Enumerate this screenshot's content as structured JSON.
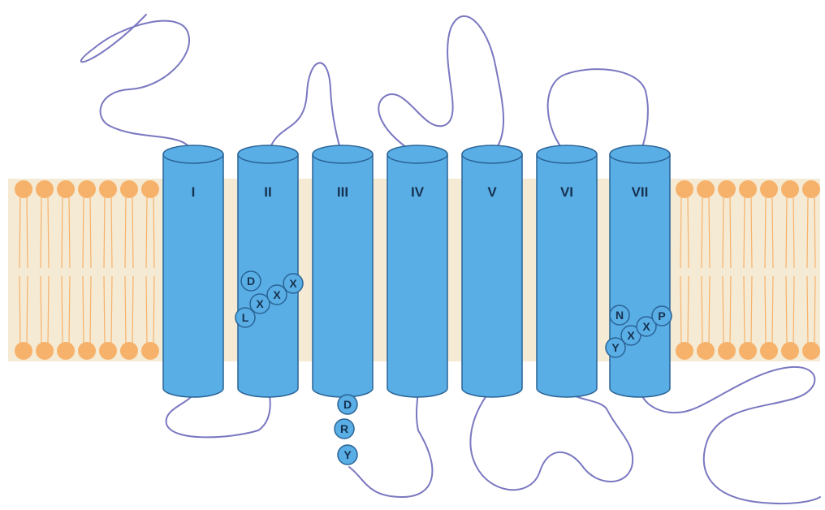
{
  "diagram": {
    "helices": [
      {
        "label": "I"
      },
      {
        "label": "II"
      },
      {
        "label": "III"
      },
      {
        "label": "IV"
      },
      {
        "label": "V"
      },
      {
        "label": "VI"
      },
      {
        "label": "VII"
      }
    ],
    "motifs": {
      "dlxxx": {
        "residues": [
          "D",
          "L",
          "X",
          "X",
          "X"
        ]
      },
      "dry": {
        "residues": [
          "D",
          "R",
          "Y"
        ]
      },
      "npxxy": {
        "residues": [
          "N",
          "Y",
          "X",
          "X",
          "P"
        ]
      }
    },
    "colors": {
      "helix_fill": "#5aaee6",
      "helix_stroke": "#2a6496",
      "membrane_band": "#f5ead4",
      "lipid_head": "#f6b26b",
      "loop_line": "#7a78c0",
      "label_text": "#16324f"
    }
  }
}
